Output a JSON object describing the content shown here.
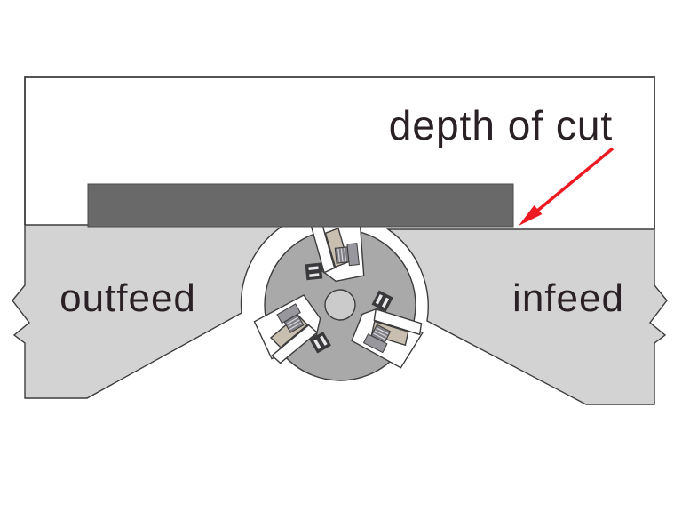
{
  "labels": {
    "depth_of_cut": "depth of cut",
    "outfeed": "outfeed",
    "infeed": "infeed"
  },
  "colors": {
    "background": "#ffffff",
    "outline": "#3c3c3c",
    "table_fill": "#d3d3d3",
    "workpiece_fill": "#696969",
    "cutterhead_fill": "#a9a9a9",
    "arbor_hole_fill": "#cbcbcb",
    "notch_fill": "#ffffff",
    "knife_blade_fill": "#fdfdfd",
    "gib_fill": "#c9bfb1",
    "bolt_fill": "#7e7e84",
    "bolt_thread_highlight": "#d4d4da",
    "bolt_head_fill": "#97979d",
    "screw_fill": "#39393d",
    "screw_slot_fill": "#e9e9e9",
    "arrow_red": "#ec1a21",
    "text_color": "#2a2126"
  }
}
